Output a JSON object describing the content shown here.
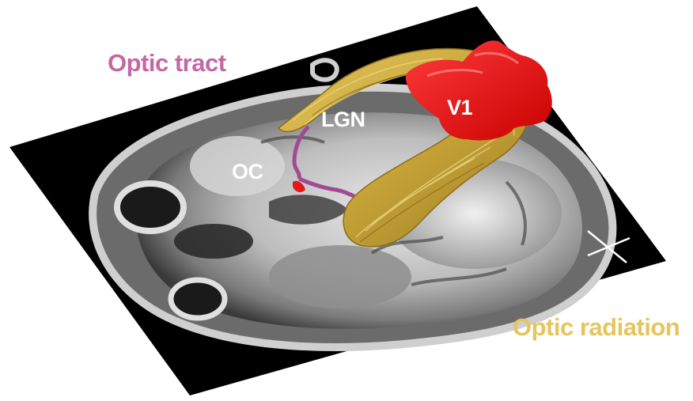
{
  "labels": {
    "optic_tract": "Optic tract",
    "optic_radiation": "Optic radiation",
    "lgn": "LGN",
    "oc": "OC",
    "v1": "V1"
  },
  "colors": {
    "optic_tract": "#c468a3",
    "optic_radiation": "#e5c55d",
    "v1_region": "#ee1c1c",
    "fibers": "#c9a63a",
    "mri_background": "#000000"
  },
  "icons": {
    "orientation_marker": "cross-icon"
  }
}
